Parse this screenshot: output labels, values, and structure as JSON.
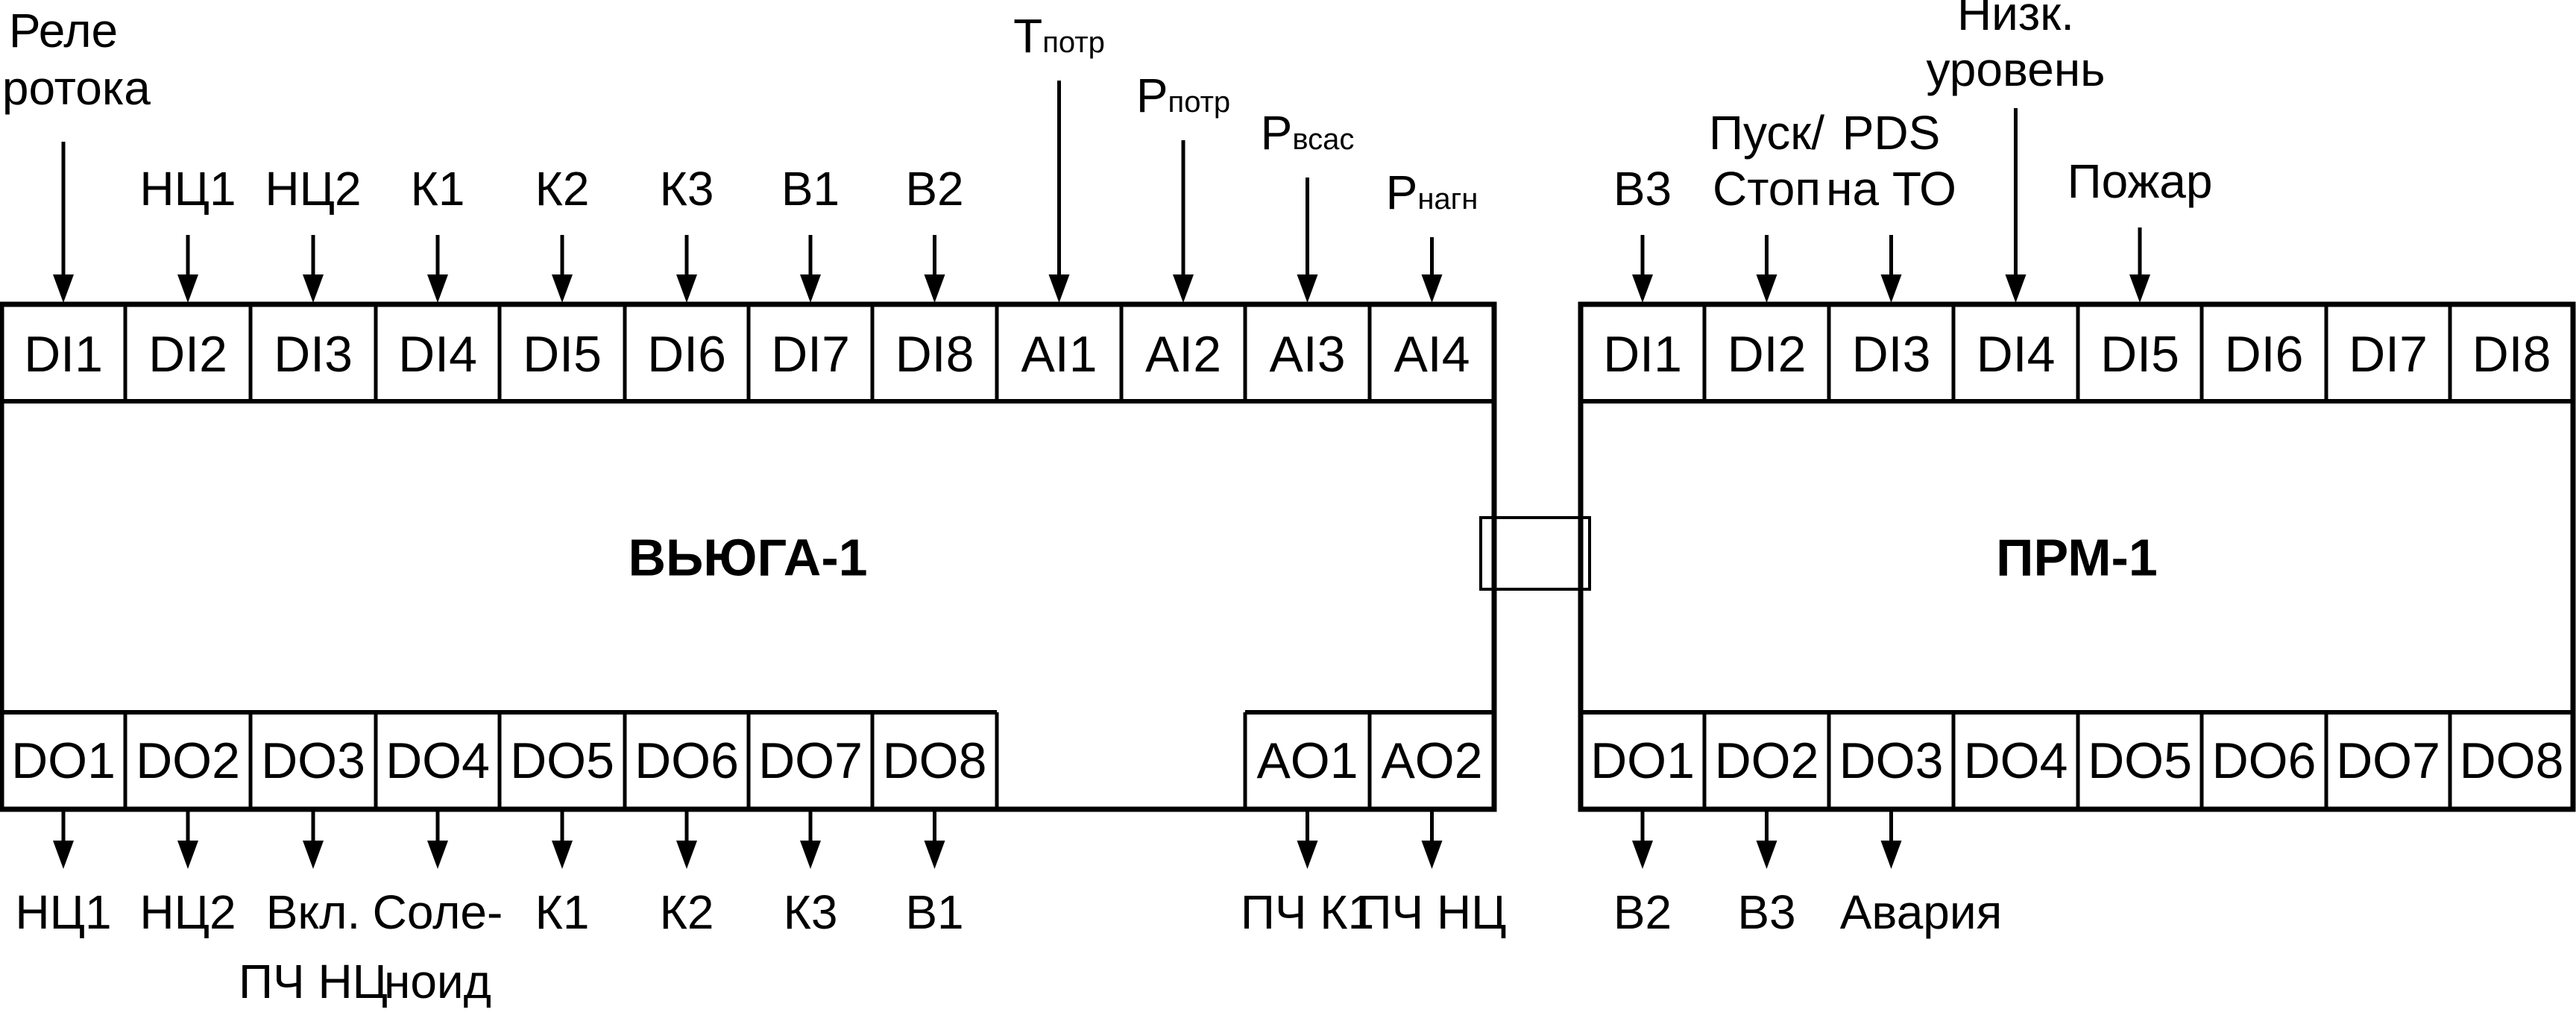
{
  "colors": {
    "stroke": "#000000",
    "background": "#ffffff"
  },
  "modules": [
    {
      "title": "ВЬЮГА-1",
      "top_cells": [
        "DI1",
        "DI2",
        "DI3",
        "DI4",
        "DI5",
        "DI6",
        "DI7",
        "DI8",
        "AI1",
        "AI2",
        "AI3",
        "AI4"
      ],
      "top_signals": [
        [
          "Реле",
          "протока"
        ],
        [
          "НЦ1"
        ],
        [
          "НЦ2"
        ],
        [
          "К1"
        ],
        [
          "К2"
        ],
        [
          "К3"
        ],
        [
          "В1"
        ],
        [
          "В2"
        ],
        [
          {
            "main": "T",
            "sub": "потр"
          }
        ],
        [
          {
            "main": "P",
            "sub": "потр"
          }
        ],
        [
          {
            "main": "P",
            "sub": "всас"
          }
        ],
        [
          {
            "main": "P",
            "sub": "нагн"
          }
        ]
      ],
      "bottom_cells": [
        "DO1",
        "DO2",
        "DO3",
        "DO4",
        "DO5",
        "DO6",
        "DO7",
        "DO8",
        "AO1",
        "AO2"
      ],
      "bottom_signals": [
        [
          "НЦ1"
        ],
        [
          "НЦ2"
        ],
        [
          "Вкл.",
          "ПЧ НЦ"
        ],
        [
          "Соле-",
          "ноид"
        ],
        [
          "К1"
        ],
        [
          "К2"
        ],
        [
          "К3"
        ],
        [
          "В1"
        ],
        [
          "ПЧ К1"
        ],
        [
          "ПЧ НЦ"
        ]
      ]
    },
    {
      "title": "ПРМ-1",
      "top_cells": [
        "DI1",
        "DI2",
        "DI3",
        "DI4",
        "DI5",
        "DI6",
        "DI7",
        "DI8"
      ],
      "top_signals": [
        [
          "В3"
        ],
        [
          "Пуск/",
          "Стоп"
        ],
        [
          "PDS",
          "на ТО"
        ],
        [
          "Низк.",
          "уровень"
        ],
        [
          "Пожар"
        ]
      ],
      "bottom_cells": [
        "DO1",
        "DO2",
        "DO3",
        "DO4",
        "DO5",
        "DO6",
        "DO7",
        "DO8"
      ],
      "bottom_signals": [
        [
          "В2"
        ],
        [
          "В3"
        ],
        [
          "Авария"
        ]
      ]
    }
  ]
}
